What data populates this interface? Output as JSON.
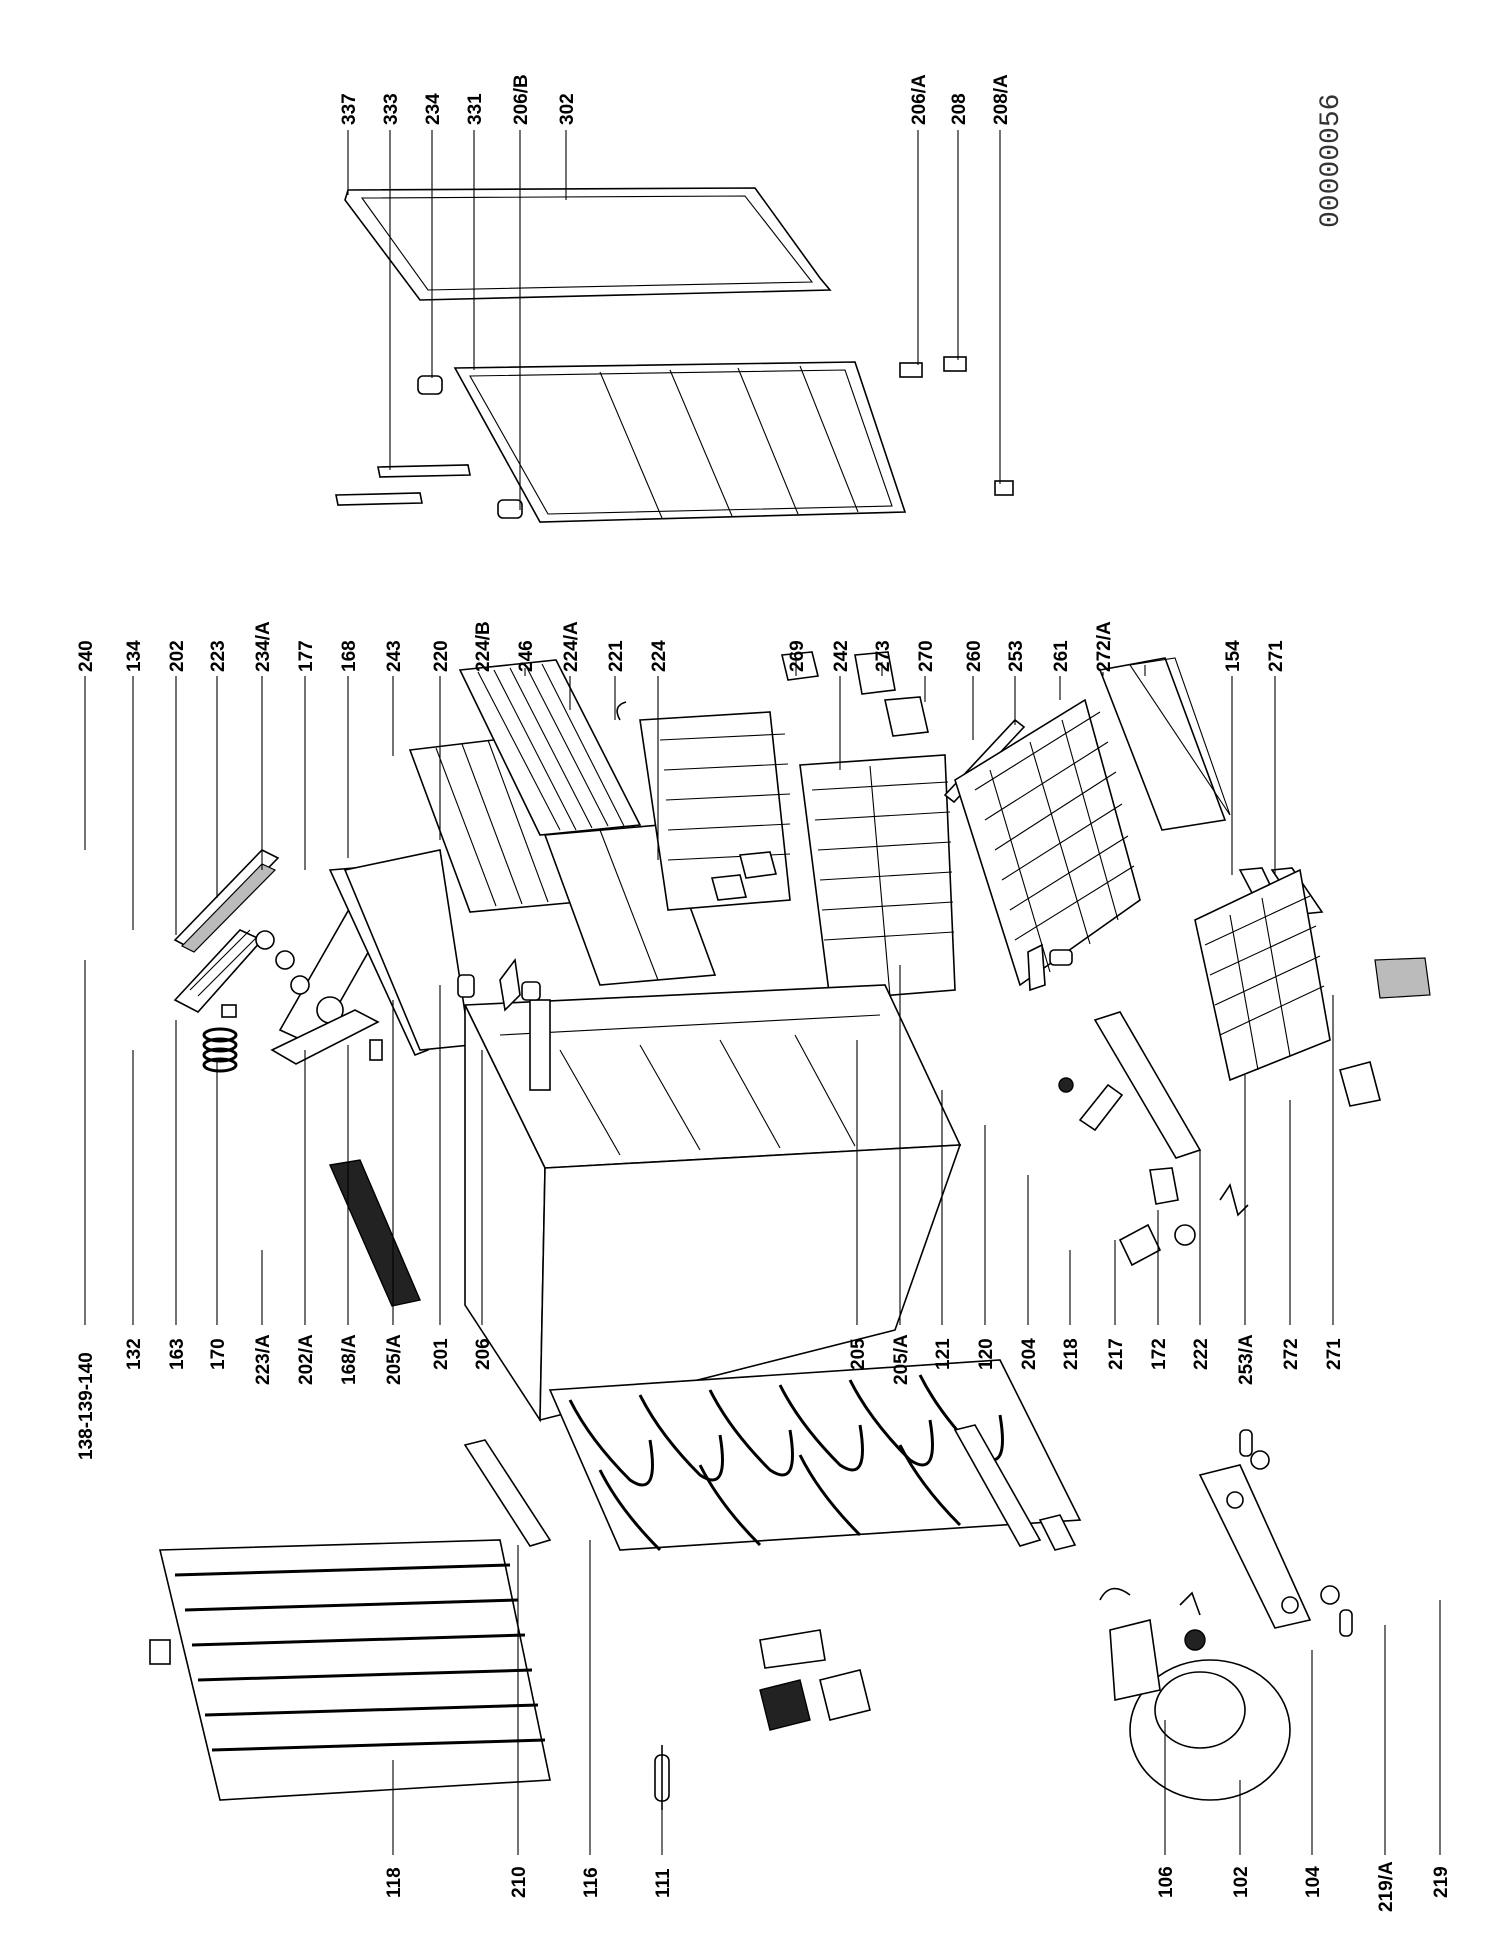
{
  "document_number": "00000056",
  "labels": {
    "upper_right": [
      "337",
      "333",
      "234",
      "331",
      "206/B",
      "302",
      "206/A",
      "208",
      "208/A"
    ],
    "middle_upper": [
      "240",
      "134",
      "202",
      "223",
      "234/A",
      "177",
      "168",
      "243",
      "220",
      "224/B",
      "246",
      "224/A",
      "221",
      "224",
      "269",
      "242",
      "273",
      "270",
      "260",
      "253",
      "261",
      "272/A",
      "154",
      "271"
    ],
    "middle_lower": [
      "138-139-140",
      "132",
      "163",
      "170",
      "223/A",
      "202/A",
      "168/A",
      "205/A",
      "201",
      "206",
      "205",
      "205/A",
      "121",
      "120",
      "204",
      "218",
      "217",
      "172",
      "222",
      "253/A",
      "272",
      "271"
    ],
    "bottom": [
      "118",
      "210",
      "116",
      "111",
      "106",
      "102",
      "104",
      "219/A",
      "219"
    ]
  }
}
